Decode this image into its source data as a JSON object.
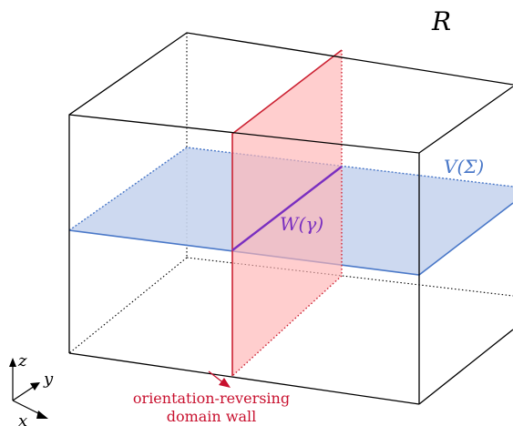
{
  "labels": {
    "region": "R",
    "blue_plane": "V(Σ)",
    "intersection": "W(γ)",
    "wall_caption_line1": "orientation-reversing",
    "wall_caption_line2": "domain wall"
  },
  "axes": {
    "z": "z",
    "y": "y",
    "x": "x"
  },
  "colors": {
    "box_edge": "#000000",
    "wall_fill": "#ffcccc",
    "wall_edge": "#cc2233",
    "plane_fill": "#c8d5ee",
    "plane_edge": "#4a78c8",
    "intersection_line": "#7a2fc0",
    "caption": "#c8102e"
  }
}
